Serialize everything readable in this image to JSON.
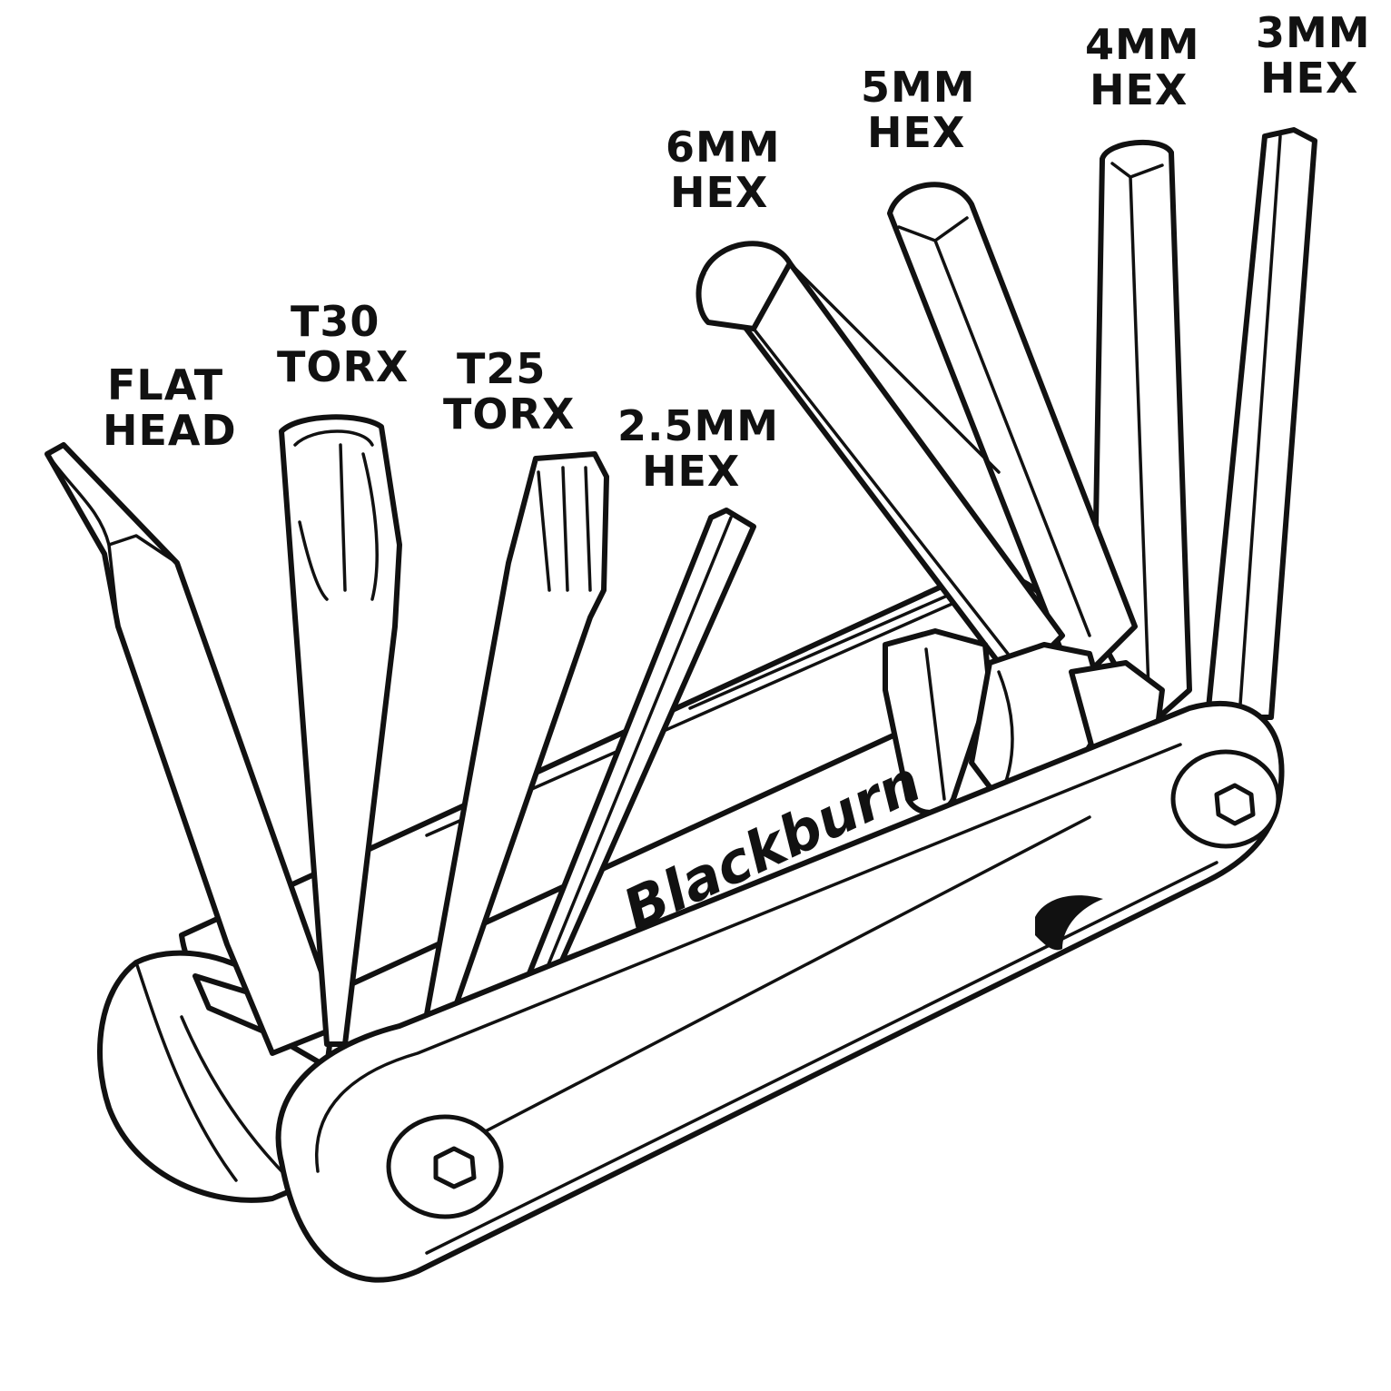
{
  "labels": {
    "flat_head": [
      "FLAT",
      "HEAD"
    ],
    "t30_torx": [
      "T30",
      "TORX"
    ],
    "t25_torx": [
      "T25",
      "TORX"
    ],
    "hex_2_5mm": [
      "2.5MM",
      "HEX"
    ],
    "hex_6mm": [
      "6MM",
      "HEX"
    ],
    "hex_5mm": [
      "5MM",
      "HEX"
    ],
    "hex_4mm": [
      "4MM",
      "HEX"
    ],
    "hex_3mm": [
      "3MM",
      "HEX"
    ]
  },
  "brand": "Blackburn",
  "icons": {
    "brand_logo": "flame-logo-icon",
    "bolt": "hex-bolt-icon"
  },
  "colors": {
    "line": "#111111",
    "background": "#ffffff"
  }
}
